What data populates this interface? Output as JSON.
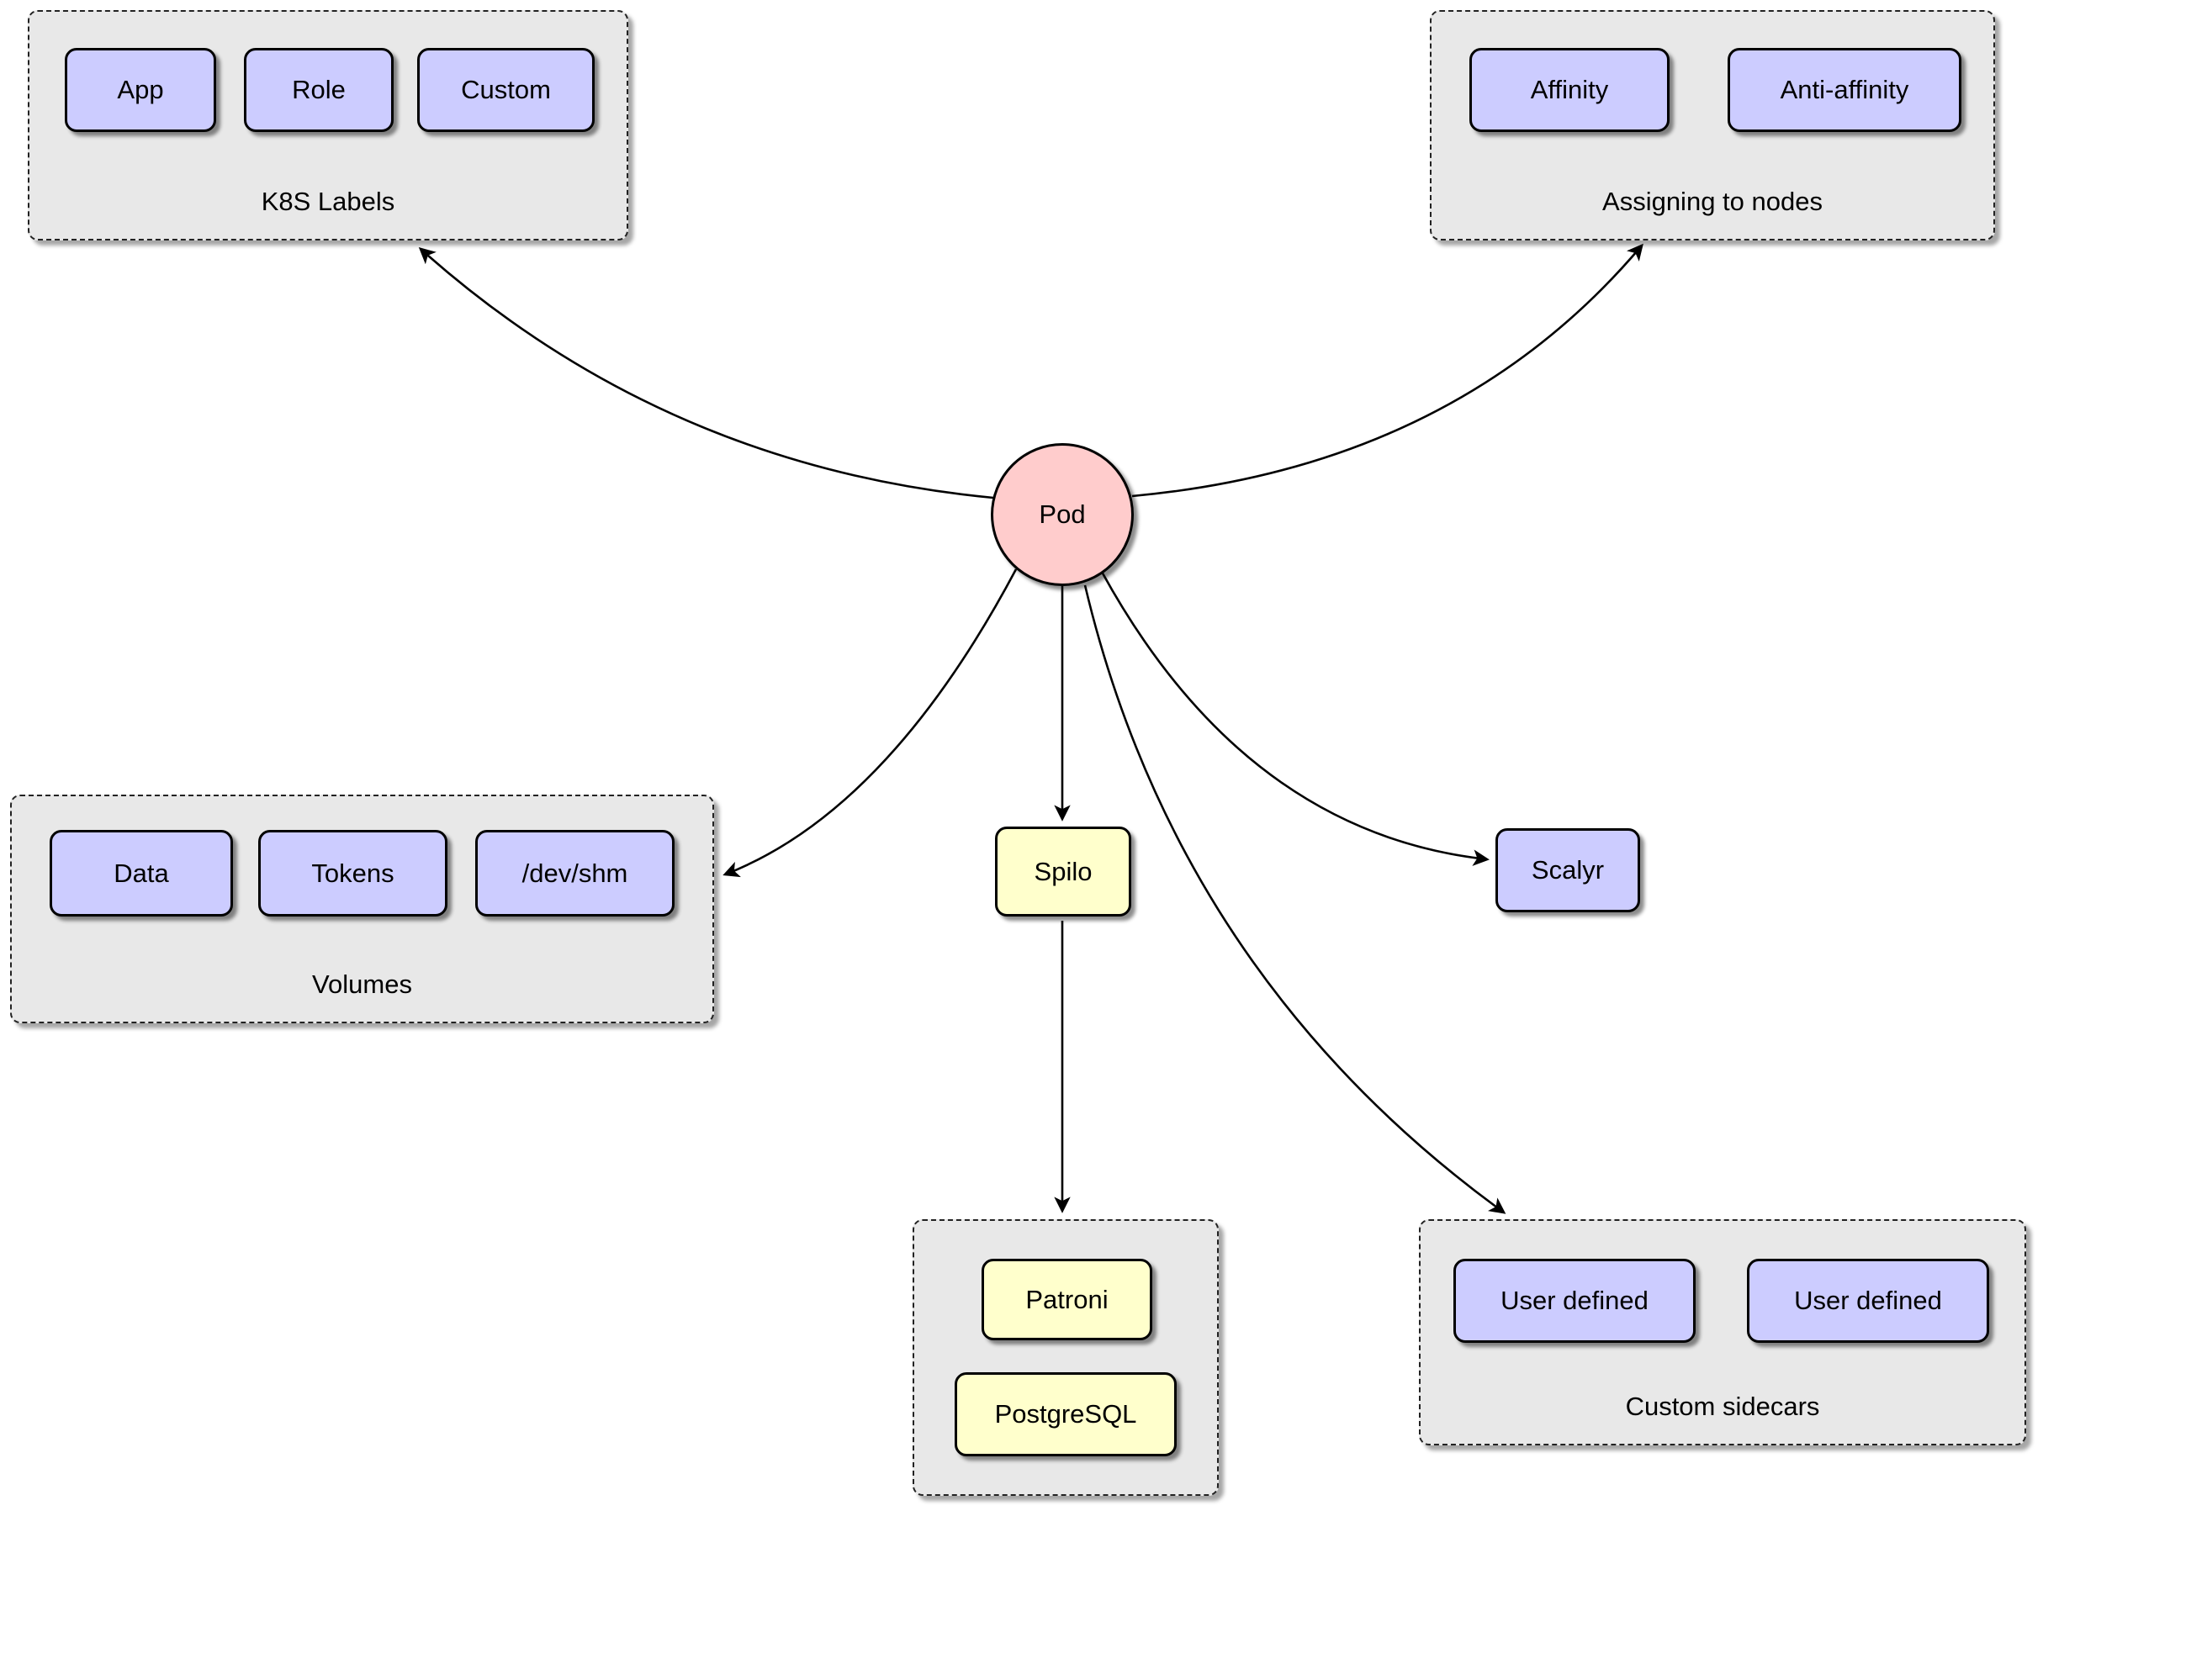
{
  "pod_label": "Pod",
  "k8s_labels": {
    "title": "K8S Labels",
    "items": [
      "App",
      "Role",
      "Custom"
    ]
  },
  "assigning": {
    "title": "Assigning to nodes",
    "items": [
      "Affinity",
      "Anti-affinity"
    ]
  },
  "volumes": {
    "title": "Volumes",
    "items": [
      "Data",
      "Tokens",
      "/dev/shm"
    ]
  },
  "spilo": {
    "label": "Spilo",
    "children": [
      "Patroni",
      "PostgreSQL"
    ]
  },
  "scalyr_label": "Scalyr",
  "custom_sidecars": {
    "title": "Custom sidecars",
    "items": [
      "User defined",
      "User defined"
    ]
  },
  "colors": {
    "node_purple": "#ccccff",
    "node_yellow": "#ffffcc",
    "pod_pink": "#ffcccc",
    "group_gray": "#e8e8e8",
    "line": "#000000"
  }
}
